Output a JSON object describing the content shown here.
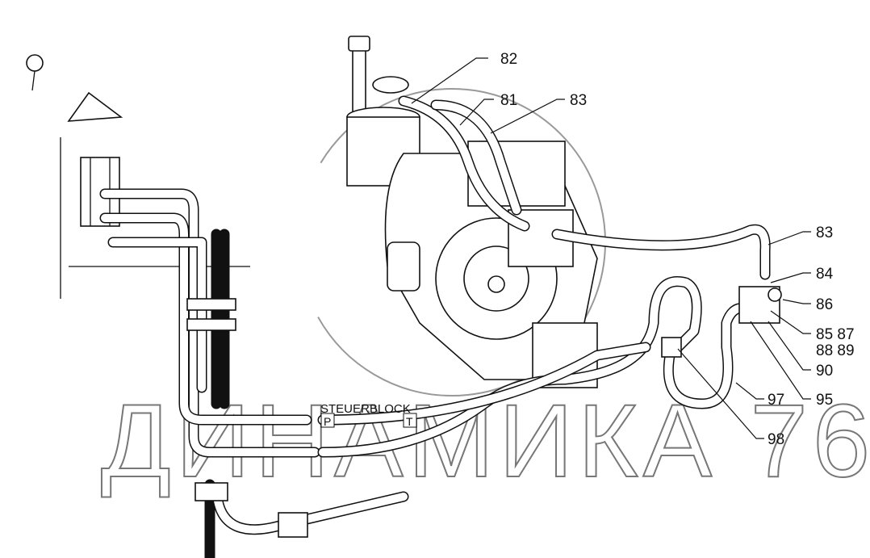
{
  "diagram": {
    "watermark": "ДИНАМИКА 76",
    "block": {
      "title": "STEUERBLOCK",
      "port_p": "P",
      "port_t": "T"
    },
    "callouts": [
      {
        "id": "c82",
        "text": "82"
      },
      {
        "id": "c81",
        "text": "81"
      },
      {
        "id": "c83a",
        "text": "83"
      },
      {
        "id": "c83b",
        "text": "83"
      },
      {
        "id": "c84",
        "text": "84"
      },
      {
        "id": "c86",
        "text": "86"
      },
      {
        "id": "c8587",
        "text": "85 87"
      },
      {
        "id": "c8889",
        "text": "88 89"
      },
      {
        "id": "c90",
        "text": "90"
      },
      {
        "id": "c95",
        "text": "95"
      },
      {
        "id": "c97",
        "text": "97"
      },
      {
        "id": "c98",
        "text": "98"
      }
    ]
  }
}
